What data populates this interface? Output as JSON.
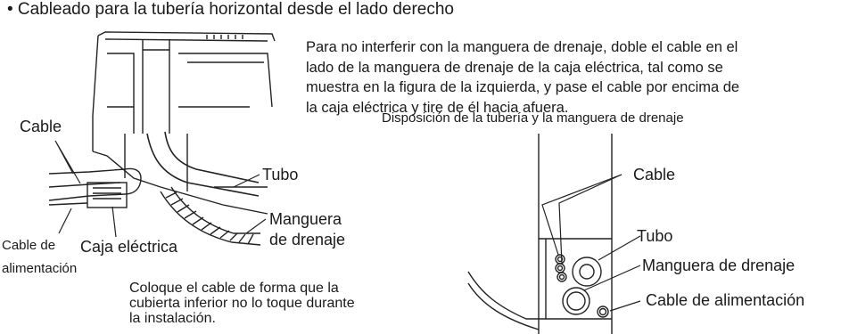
{
  "heading": "• Cableado para la tubería horizontal desde el lado derecho",
  "paragraph": [
    "Para no interferir con la manguera de drenaje, doble el cable en el",
    "lado de la manguera de drenaje de la caja eléctrica, tal como se",
    "muestra en la figura de la izquierda, y pase el cable por encima de",
    "la caja eléctrica y tire de él hacia afuera."
  ],
  "left_figure": {
    "cable": "Cable",
    "tubo": "Tubo",
    "manguera": [
      "Manguera",
      "de drenaje"
    ],
    "cable_alimentacion": [
      "Cable de",
      "alimentación"
    ],
    "caja": "Caja eléctrica",
    "note": [
      "Coloque el cable de forma que la",
      "cubierta inferior no lo toque durante",
      "la instalación."
    ]
  },
  "right_figure": {
    "title": "Disposición de la tubería y la manguera de drenaje",
    "cable": "Cable",
    "tubo": "Tubo",
    "manguera": "Manguera de drenaje",
    "cable_alimentacion": "Cable de alimentación"
  }
}
